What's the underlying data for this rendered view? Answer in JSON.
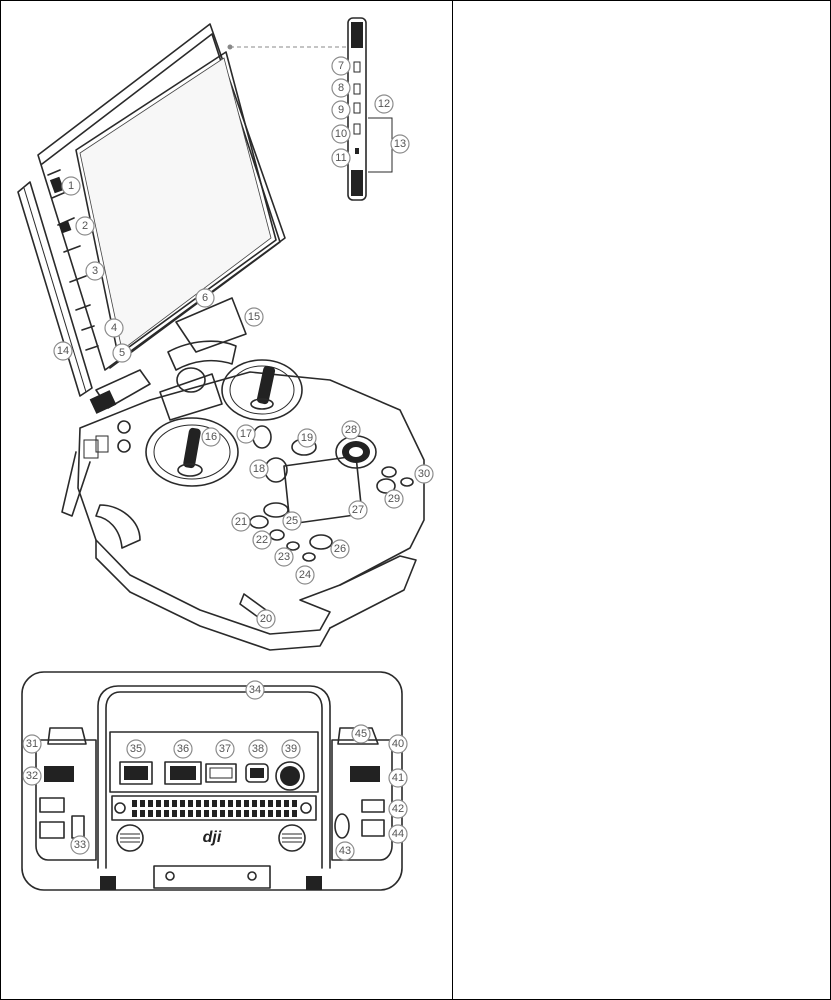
{
  "callouts": [
    "1",
    "2",
    "3",
    "4",
    "5",
    "6",
    "7",
    "8",
    "9",
    "10",
    "11",
    "12",
    "13",
    "14",
    "15",
    "16",
    "17",
    "18",
    "19",
    "20",
    "21",
    "22",
    "23",
    "24",
    "25",
    "26",
    "27",
    "28",
    "29",
    "30",
    "31",
    "32",
    "33",
    "34",
    "35",
    "36",
    "37",
    "38",
    "39",
    "40",
    "41",
    "42",
    "43",
    "44",
    "45"
  ],
  "brand_logo_text": "dji"
}
